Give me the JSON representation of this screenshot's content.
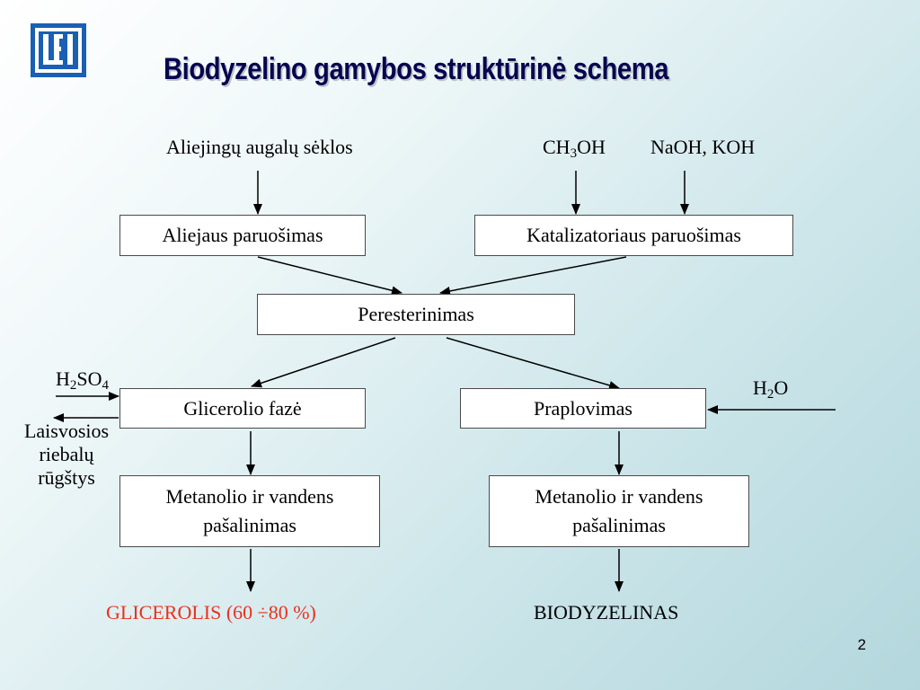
{
  "title": "Biodyzelino gamybos struktūrinė schema",
  "logo": {
    "icon": "lei-logo-icon",
    "color": "#1a5fb4"
  },
  "inputs": {
    "seeds": "Aliejingų augalų sėklos",
    "methanol_ch": "CH",
    "methanol_sub": "3",
    "methanol_oh": "OH",
    "catalyst": "NaOH, KOH",
    "acid_h": "H",
    "acid_sub1": "2",
    "acid_so": "SO",
    "acid_sub2": "4",
    "water_h": "H",
    "water_sub": "2",
    "water_o": "O"
  },
  "boxes": {
    "oil_prep": "Aliejaus paruošimas",
    "catalyst_prep": "Katalizatoriaus paruošimas",
    "transesterification": "Peresterinimas",
    "glycerol_phase": "Glicerolio fazė",
    "washing": "Praplovimas",
    "methanol_removal_left_1": "Metanolio ir vandens",
    "methanol_removal_left_2": "pašalinimas",
    "methanol_removal_right_1": "Metanolio ir vandens",
    "methanol_removal_right_2": "pašalinimas"
  },
  "side_output": {
    "line1": "Laisvosios",
    "line2": "riebalų",
    "line3": "rūgštys"
  },
  "outputs": {
    "glycerol": "GLICEROLIS (60 ÷80 %)",
    "glycerol_color": "#e8321e",
    "biodiesel": "BIODYZELINAS"
  },
  "page_number": "2"
}
